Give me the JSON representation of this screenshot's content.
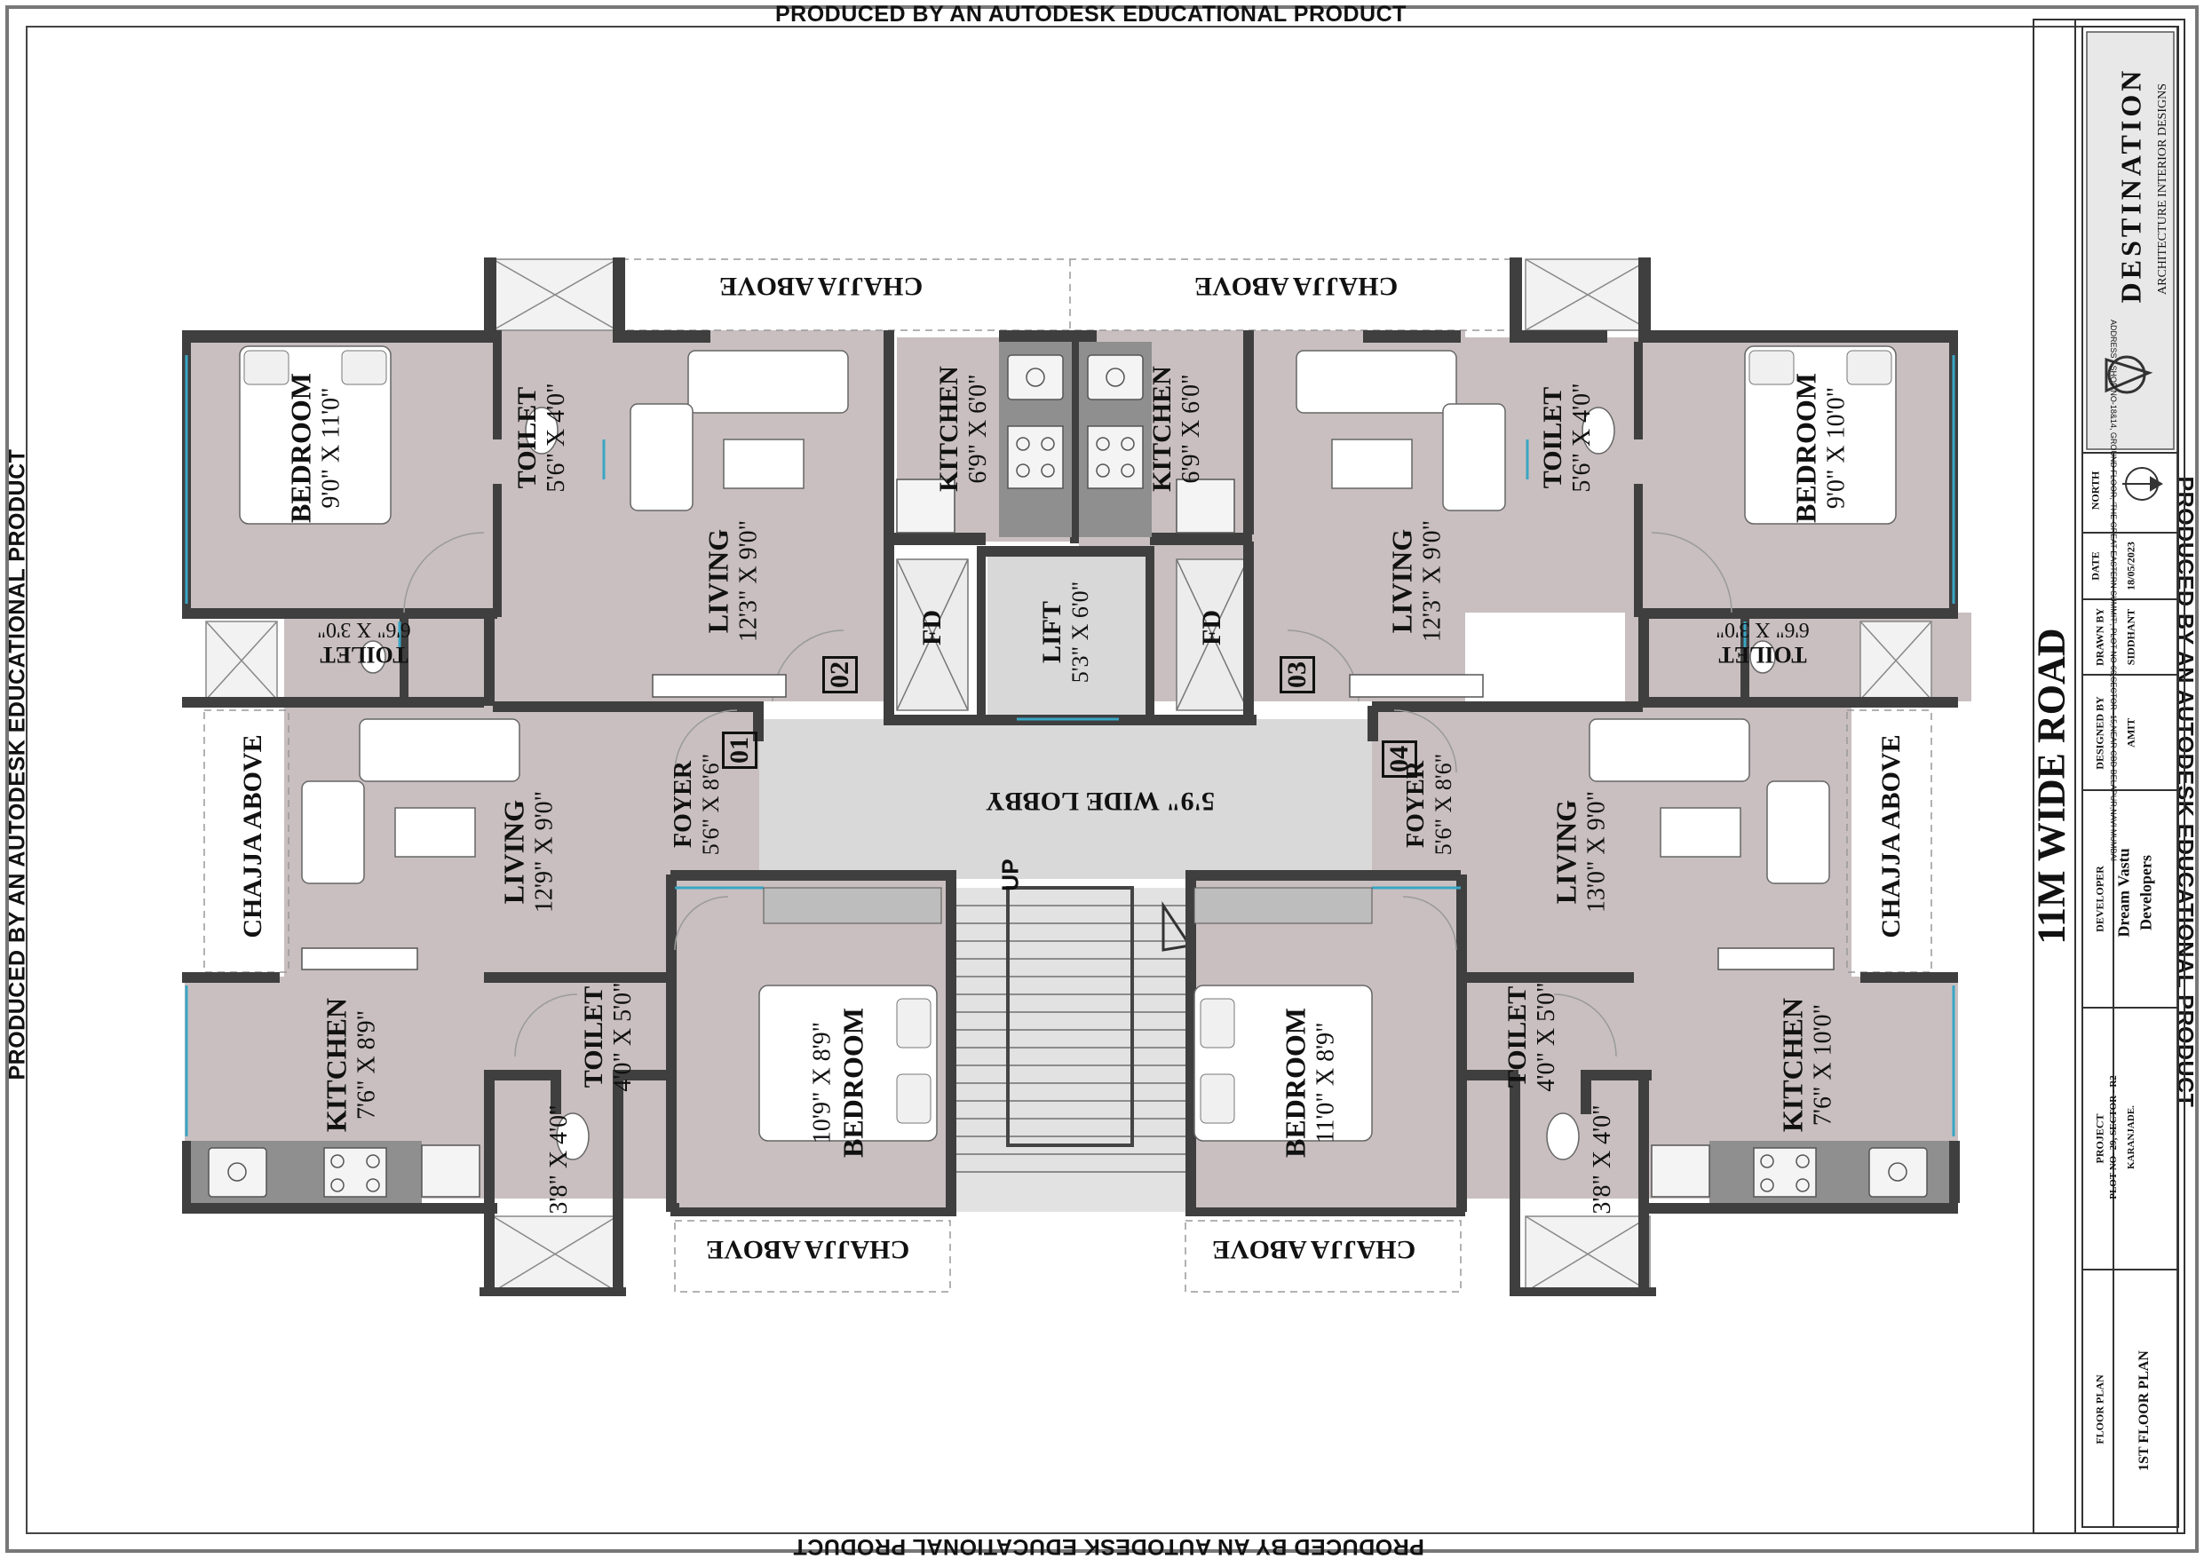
{
  "watermark": "PRODUCED BY AN AUTODESK EDUCATIONAL PRODUCT",
  "road_label": "11M WIDE ROAD",
  "lobby": "5'9\" WIDE LOBBY",
  "up_label": "UP",
  "lift": {
    "name": "LIFT",
    "size": "5'3\" X 6'0\""
  },
  "duct_label": "FD",
  "chajja": "CHAJJA ABOVE",
  "flat_numbers": [
    "01",
    "02",
    "03",
    "04"
  ],
  "rooms": {
    "f02_bedroom": {
      "name": "BEDROOM",
      "size": "9'0\" X 11'0\""
    },
    "f02_toilet": {
      "name": "TOILET",
      "size": "5'6\" X 4'0\""
    },
    "f02_living": {
      "name": "LIVING",
      "size": "12'3\" X 9'0\""
    },
    "f02_kitchen": {
      "name": "KITCHEN",
      "size": "6'9\" X 6'0\""
    },
    "f02_toilet2": {
      "name": "TOILET",
      "size": "6'6\" X 3'0\""
    },
    "f03_kitchen": {
      "name": "KITCHEN",
      "size": "6'9\" X 6'0\""
    },
    "f03_living": {
      "name": "LIVING",
      "size": "12'3\" X 9'0\""
    },
    "f03_toilet": {
      "name": "TOILET",
      "size": "5'6\" X 4'0\""
    },
    "f03_bedroom": {
      "name": "BEDROOM",
      "size": "9'0\" X 10'0\""
    },
    "f03_toilet2": {
      "name": "TOILET",
      "size": "6'6\" X 3'0\""
    },
    "f01_foyer": {
      "name": "FOYER",
      "size": "5'6\" X 8'6\""
    },
    "f01_living": {
      "name": "LIVING",
      "size": "12'9\" X 9'0\""
    },
    "f01_kitchen": {
      "name": "KITCHEN",
      "size": "7'6\" X 8'9\""
    },
    "f01_toilet": {
      "name": "TOILET",
      "size": "4'0\" X 5'0\""
    },
    "f01_wc": {
      "size": "3'8\" X 4'0\""
    },
    "f01_bedroom": {
      "name": "BEDROOM",
      "size": "10'9\" X 8'9\""
    },
    "f04_foyer": {
      "name": "FOYER",
      "size": "5'6\" X 8'6\""
    },
    "f04_living": {
      "name": "LIVING",
      "size": "13'0\" X 9'0\""
    },
    "f04_kitchen": {
      "name": "KITCHEN",
      "size": "7'6\" X 10'0\""
    },
    "f04_toilet": {
      "name": "TOILET",
      "size": "4'0\" X 5'0\""
    },
    "f04_wc": {
      "size": "3'8\" X 4'0\""
    },
    "f04_bedroom": {
      "name": "BEDROOM",
      "size": "11'0\" X 8'9\""
    }
  },
  "title_block": {
    "firm": "DESTINATION",
    "firm_sub": "ARCHITECTURE  INTERIOR  DESIGNS",
    "address": "ADDRESS - SHOP NO-18&14, GROUND FLOOR, 'THE GREAT EASTERN SUMMIT', PLOT NO-66,SECTOR -15,NEAR CBD BELAPUR,NAVI MUMBAI",
    "north_label": "NORTH",
    "date_label": "DATE",
    "date": "18/05/2023",
    "drawn_by_label": "DRAWN BY",
    "drawn_by": "SIDDHANT",
    "designed_by_label": "DESIGNED BY",
    "designed_by": "AMIT",
    "developer_label": "DEVELOPER",
    "developer_line1": "Dream Vastu",
    "developer_line2": "Developers",
    "project_label": "PROJECT",
    "project_line1": "PLOT NO- 29, SECTOR - R2",
    "project_line2": "KARANJADE.",
    "drawing_label": "FLOOR PLAN",
    "drawing_title": "1ST FLOOR PLAN"
  },
  "colors": {
    "floor": "#c9bfc0",
    "wall": "#3f3f3f",
    "glass": "#3aa6c4",
    "counter": "#8f8f8f"
  }
}
